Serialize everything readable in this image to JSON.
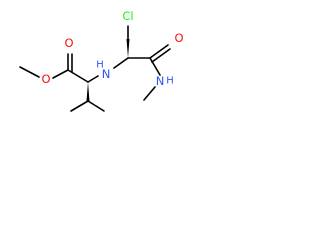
{
  "molecule": {
    "atoms": {
      "cl": "Cl",
      "amide_o": "O",
      "ester_o_carbonyl": "O",
      "ester_o_ether": "O",
      "amine_nh": "N",
      "amine_h": "H",
      "amide_nh": "N",
      "amide_h": "H"
    },
    "colors": {
      "oxygen": "#ff0d0d",
      "nitrogen": "#3050f8",
      "chlorine": "#1ff01f",
      "carbon": "#000000"
    }
  }
}
